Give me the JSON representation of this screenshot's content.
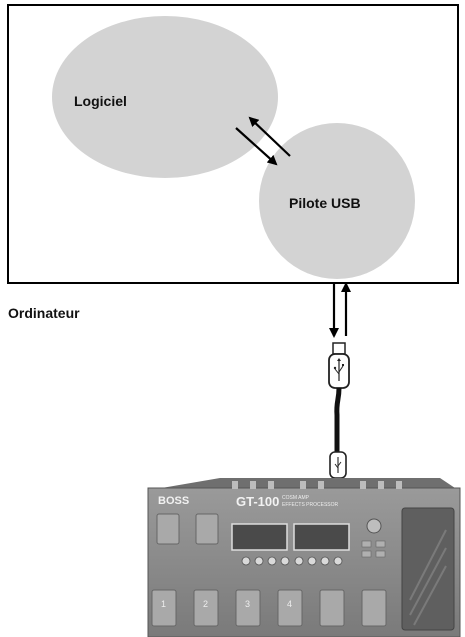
{
  "computer": {
    "label": "Ordinateur",
    "software_label": "Logiciel",
    "driver_label": "Pilote USB"
  },
  "device": {
    "brand": "BOSS",
    "model": "GT-100",
    "subtitle_line1": "COSM AMP",
    "subtitle_line2": "EFFECTS PROCESSOR",
    "footswitch_numbers": [
      "1",
      "2",
      "3",
      "4"
    ]
  },
  "colors": {
    "bubble": "#d3d3d3",
    "frame": "#000000",
    "device_body": "#8a8a8a"
  },
  "icons": {
    "usb_a": "usb-symbol-icon",
    "usb_b": "usb-symbol-icon"
  }
}
